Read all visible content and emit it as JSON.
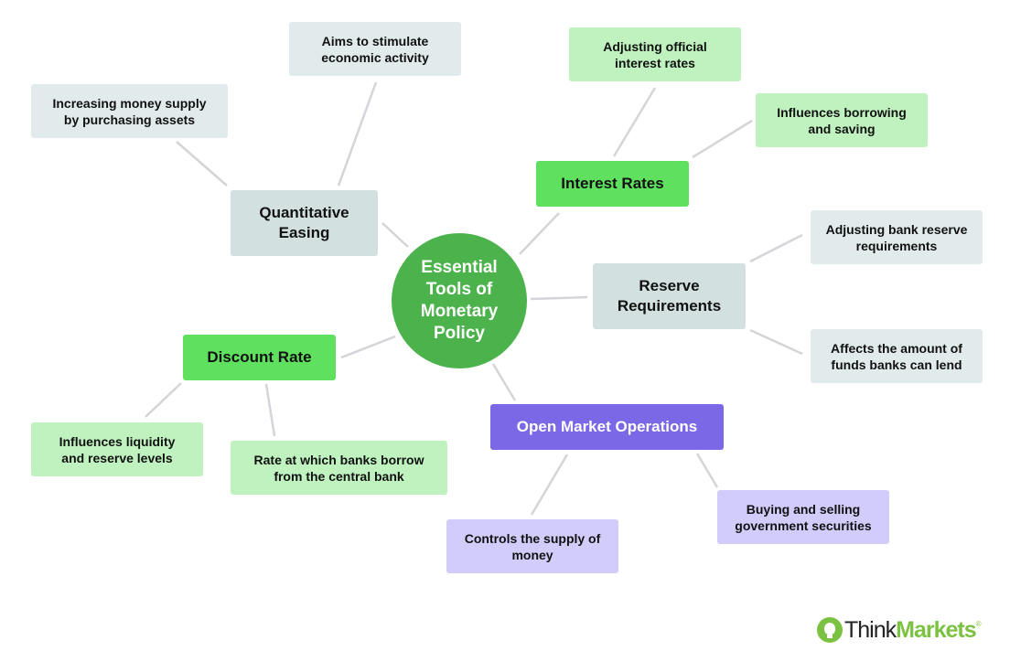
{
  "center": {
    "label": "Essential Tools of Monetary Policy"
  },
  "branches": {
    "quantitative_easing": {
      "label": "Quantitative Easing",
      "details": [
        "Aims to stimulate economic activity",
        "Increasing money supply by purchasing assets"
      ]
    },
    "interest_rates": {
      "label": "Interest Rates",
      "details": [
        "Adjusting official interest rates",
        "Influences borrowing and saving"
      ]
    },
    "reserve_requirements": {
      "label": "Reserve Requirements",
      "details": [
        "Adjusting bank reserve requirements",
        "Affects the amount of funds banks can lend"
      ]
    },
    "open_market_operations": {
      "label": "Open Market Operations",
      "details": [
        "Buying and selling government securities",
        "Controls the supply of money"
      ]
    },
    "discount_rate": {
      "label": "Discount Rate",
      "details": [
        "Rate at which banks borrow from the central bank",
        "Influences liquidity and reserve levels"
      ]
    }
  },
  "logo": {
    "think": "Think",
    "markets": "Markets",
    "registered": "®"
  },
  "colors": {
    "center": "#4cb34c",
    "green_main": "#5fe05f",
    "green_leaf": "#bff2bf",
    "gray_main": "#d3e0e0",
    "gray_leaf": "#e2ebeb",
    "purple_main": "#7b68e6",
    "purple_leaf": "#d2ccfa",
    "connector": "#d3d5d9"
  }
}
